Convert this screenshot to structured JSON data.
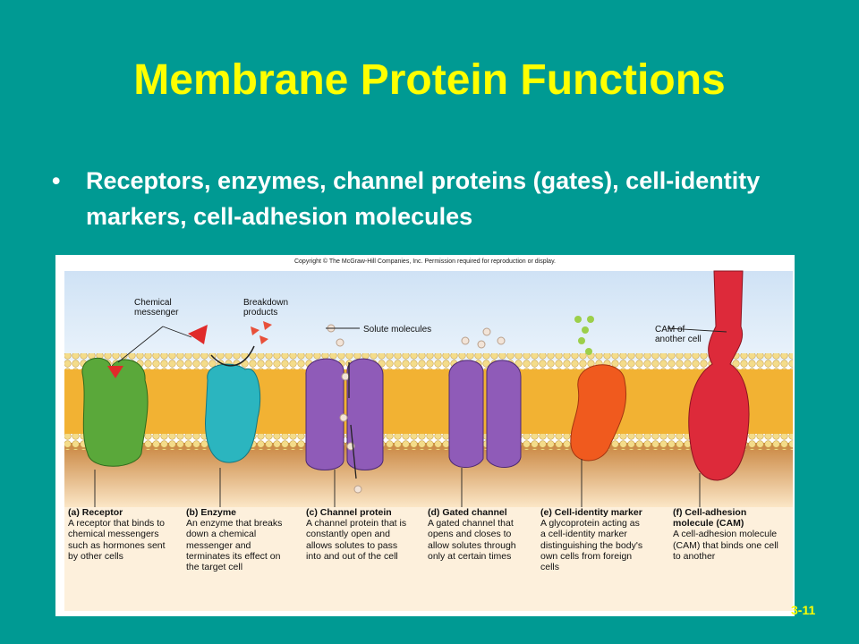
{
  "slide": {
    "title": "Membrane Protein Functions",
    "bullet": "Receptors, enzymes, channel proteins (gates), cell-identity markers, cell-adhesion molecules",
    "bullet_symbol": "•",
    "page_number": "3-11"
  },
  "figure": {
    "copyright": "Copyright © The McGraw-Hill Companies, Inc. Permission required for reproduction or display.",
    "labels": {
      "chemical_messenger": "Chemical messenger",
      "breakdown_products": "Breakdown products",
      "solute_molecules": "Solute molecules",
      "cam_of_another_cell": "CAM of another cell"
    },
    "captions": [
      {
        "title": "(a) Receptor",
        "text": "A receptor that binds to chemical messengers such as hormones sent by other cells"
      },
      {
        "title": "(b) Enzyme",
        "text": "An enzyme that breaks down a chemical messenger and terminates its effect on the target cell"
      },
      {
        "title": "(c) Channel protein",
        "text": "A channel protein that is constantly open and allows solutes to pass into and out of the cell"
      },
      {
        "title": "(d) Gated channel",
        "text": "A gated channel that opens and closes to allow solutes through only at certain times"
      },
      {
        "title": "(e) Cell-identity marker",
        "text": "A glycoprotein acting as a cell-identity marker distinguishing the body's own cells from foreign cells"
      },
      {
        "title": "(f) Cell-adhesion molecule (CAM)",
        "text": "A cell-adhesion molecule (CAM) that binds one cell to another"
      }
    ]
  },
  "colors": {
    "background": "#009a93",
    "title": "#ffff00",
    "bullet_text": "#ffffff",
    "receptor": "#5aa83a",
    "enzyme": "#2bb5bf",
    "channel": "#8f5bb8",
    "marker": "#f05a1e",
    "cam": "#dd2a3a"
  }
}
